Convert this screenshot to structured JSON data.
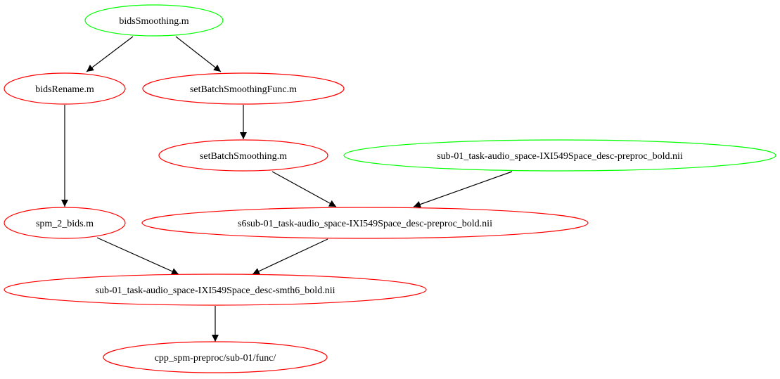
{
  "colors": {
    "source_node": "#00ff00",
    "derived_node": "#ff0000",
    "edge": "#000000",
    "background": "#ffffff"
  },
  "nodes": {
    "bidsSmoothing": {
      "label": "bidsSmoothing.m",
      "kind": "source"
    },
    "bidsRename": {
      "label": "bidsRename.m",
      "kind": "derived"
    },
    "setBatchSmoothingFunc": {
      "label": "setBatchSmoothingFunc.m",
      "kind": "derived"
    },
    "setBatchSmoothing": {
      "label": "setBatchSmoothing.m",
      "kind": "derived"
    },
    "preprocBold": {
      "label": "sub-01_task-audio_space-IXI549Space_desc-preproc_bold.nii",
      "kind": "source"
    },
    "spm2bids": {
      "label": "spm_2_bids.m",
      "kind": "derived"
    },
    "s6preprocBold": {
      "label": "s6sub-01_task-audio_space-IXI549Space_desc-preproc_bold.nii",
      "kind": "derived"
    },
    "smth6Bold": {
      "label": "sub-01_task-audio_space-IXI549Space_desc-smth6_bold.nii",
      "kind": "derived"
    },
    "funcDir": {
      "label": "cpp_spm-preproc/sub-01/func/",
      "kind": "derived"
    }
  },
  "edges": [
    {
      "from": "bidsSmoothing",
      "to": "bidsRename"
    },
    {
      "from": "bidsSmoothing",
      "to": "setBatchSmoothingFunc"
    },
    {
      "from": "setBatchSmoothingFunc",
      "to": "setBatchSmoothing"
    },
    {
      "from": "bidsRename",
      "to": "spm2bids"
    },
    {
      "from": "setBatchSmoothing",
      "to": "s6preprocBold"
    },
    {
      "from": "preprocBold",
      "to": "s6preprocBold"
    },
    {
      "from": "spm2bids",
      "to": "smth6Bold"
    },
    {
      "from": "s6preprocBold",
      "to": "smth6Bold"
    },
    {
      "from": "smth6Bold",
      "to": "funcDir"
    }
  ]
}
